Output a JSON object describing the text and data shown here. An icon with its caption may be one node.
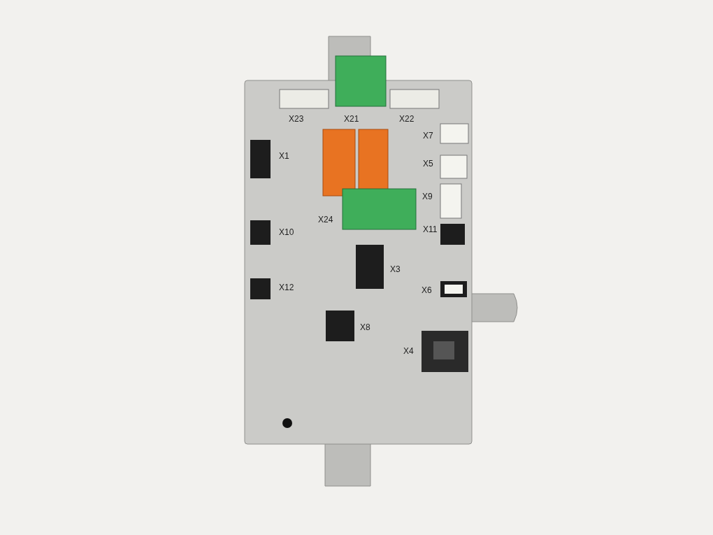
{
  "diagram": {
    "labels": [
      "X23",
      "X21",
      "X22",
      "X7",
      "X1",
      "X5",
      "X9",
      "X24",
      "X10",
      "X11",
      "X3",
      "X12",
      "X6",
      "X8",
      "X4"
    ]
  }
}
